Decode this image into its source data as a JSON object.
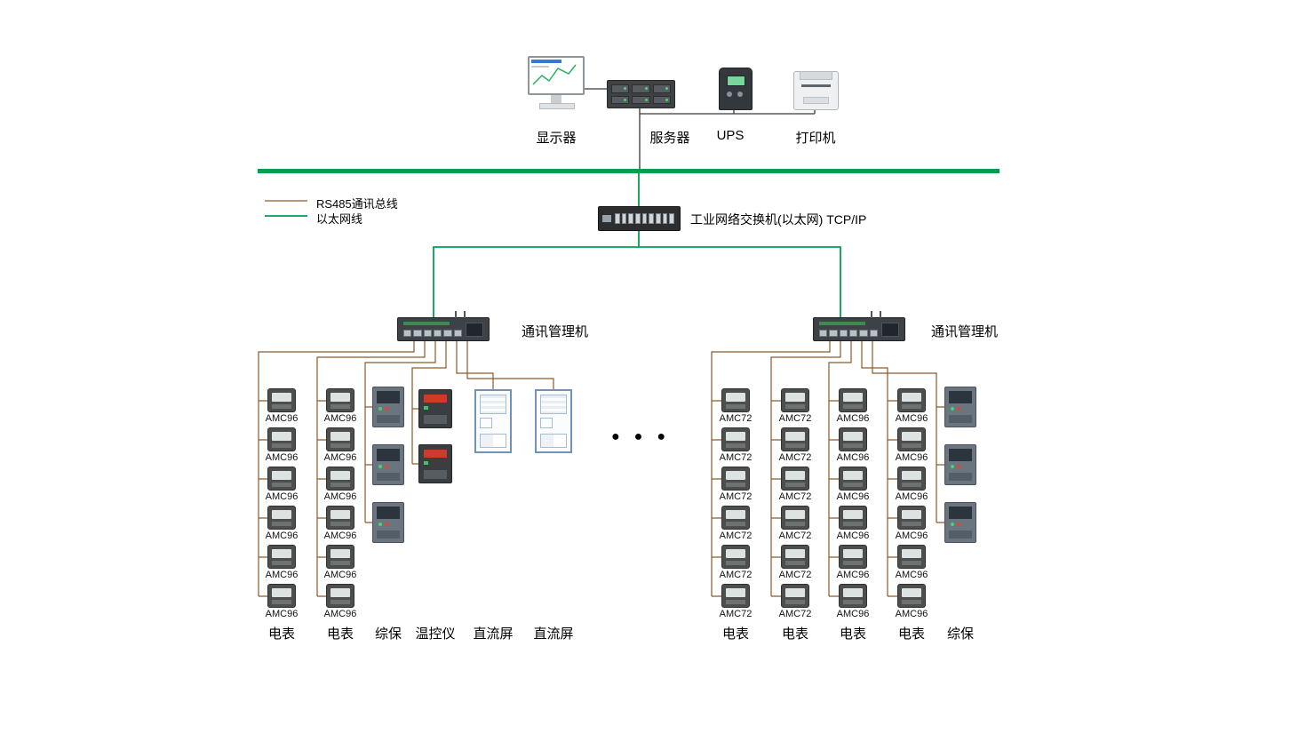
{
  "top": {
    "monitor_label": "显示器",
    "server_label": "服务器",
    "ups_label": "UPS",
    "printer_label": "打印机"
  },
  "legend": {
    "rs485_label": "RS485通讯总线",
    "ethernet_label": "以太网线"
  },
  "switch": {
    "label": "工业网络交换机(以太网) TCP/IP"
  },
  "comm_manager": {
    "label": "通讯管理机"
  },
  "ellipsis": "●●●",
  "colors": {
    "rs485": "#8a5a2a",
    "ethernet": "#00a04e"
  },
  "groups": [
    {
      "id": "left",
      "columns": [
        {
          "type": "meter",
          "bottom_label": "电表",
          "items": [
            "AMC96",
            "AMC96",
            "AMC96",
            "AMC96",
            "AMC96",
            "AMC96"
          ]
        },
        {
          "type": "meter",
          "bottom_label": "电表",
          "items": [
            "AMC96",
            "AMC96",
            "AMC96",
            "AMC96",
            "AMC96",
            "AMC96"
          ]
        },
        {
          "type": "relay",
          "bottom_label": "综保",
          "count": 3
        },
        {
          "type": "temp",
          "bottom_label": "温控仪",
          "count": 2
        },
        {
          "type": "cabinet",
          "bottom_label": "直流屏",
          "count": 1
        },
        {
          "type": "cabinet",
          "bottom_label": "直流屏",
          "count": 1
        }
      ]
    },
    {
      "id": "right",
      "columns": [
        {
          "type": "meter",
          "bottom_label": "电表",
          "items": [
            "AMC72",
            "AMC72",
            "AMC72",
            "AMC72",
            "AMC72",
            "AMC72"
          ]
        },
        {
          "type": "meter",
          "bottom_label": "电表",
          "items": [
            "AMC72",
            "AMC72",
            "AMC72",
            "AMC72",
            "AMC72",
            "AMC72"
          ]
        },
        {
          "type": "meter",
          "bottom_label": "电表",
          "items": [
            "AMC96",
            "AMC96",
            "AMC96",
            "AMC96",
            "AMC96",
            "AMC96"
          ]
        },
        {
          "type": "meter",
          "bottom_label": "电表",
          "items": [
            "AMC96",
            "AMC96",
            "AMC96",
            "AMC96",
            "AMC96",
            "AMC96"
          ]
        },
        {
          "type": "relay",
          "bottom_label": "综保",
          "count": 3
        }
      ]
    }
  ]
}
